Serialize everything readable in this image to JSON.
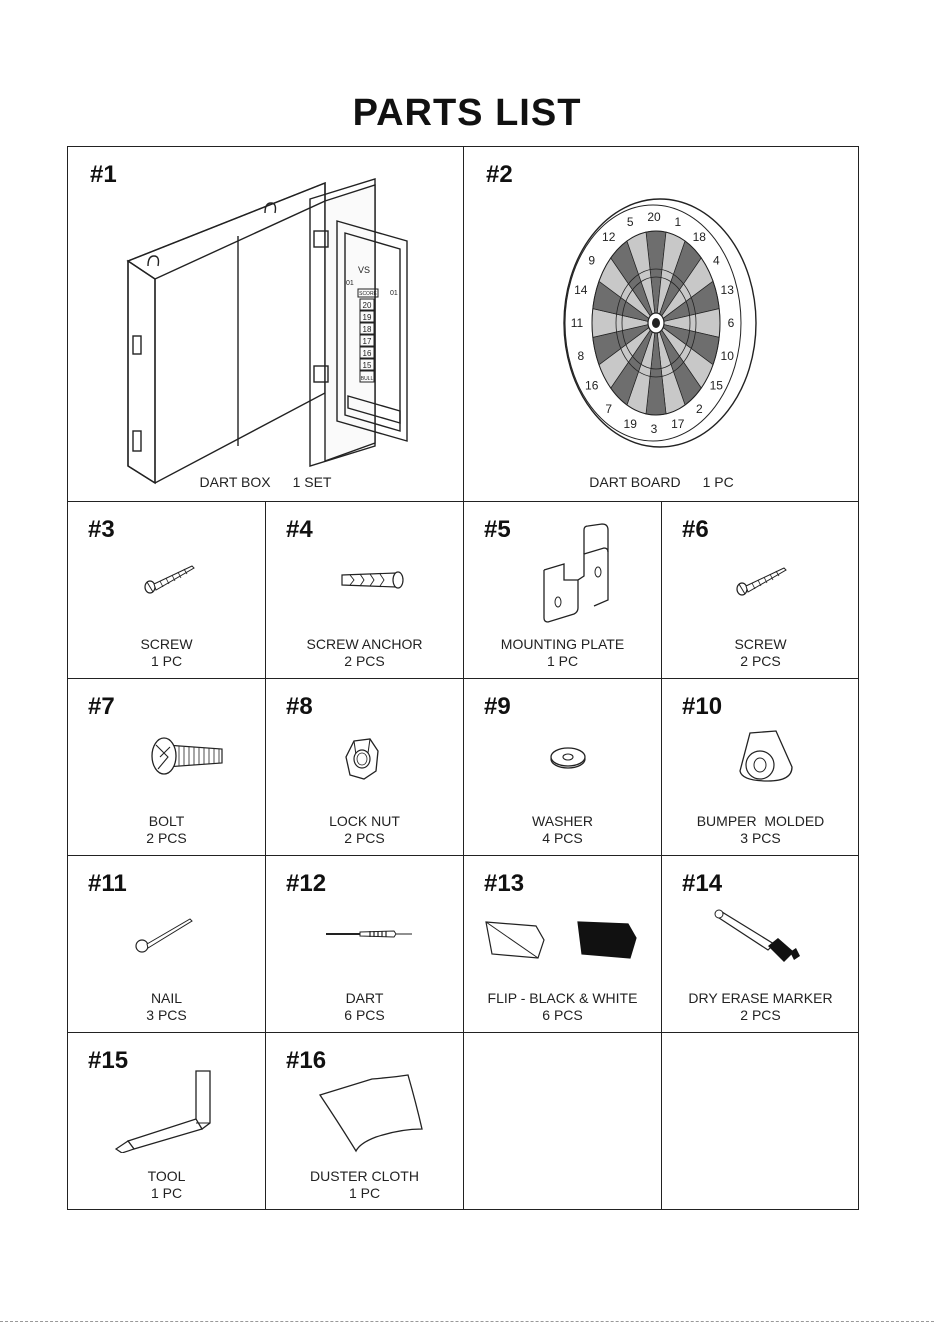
{
  "title": "PARTS LIST",
  "parts": [
    {
      "num": "#1",
      "name": "DART BOX",
      "qty": "1 SET"
    },
    {
      "num": "#2",
      "name": "DART BOARD",
      "qty": "1 PC"
    },
    {
      "num": "#3",
      "name": "SCREW",
      "qty": "1 PC"
    },
    {
      "num": "#4",
      "name": "SCREW ANCHOR",
      "qty": "2 PCS"
    },
    {
      "num": "#5",
      "name": "MOUNTING PLATE",
      "qty": "1 PC"
    },
    {
      "num": "#6",
      "name": "SCREW",
      "qty": "2 PCS"
    },
    {
      "num": "#7",
      "name": "BOLT",
      "qty": "2 PCS"
    },
    {
      "num": "#8",
      "name": "LOCK NUT",
      "qty": "2 PCS"
    },
    {
      "num": "#9",
      "name": "WASHER",
      "qty": "4 PCS"
    },
    {
      "num": "#10",
      "name": "BUMPER  MOLDED",
      "qty": "3 PCS"
    },
    {
      "num": "#11",
      "name": "NAIL",
      "qty": "3 PCS"
    },
    {
      "num": "#12",
      "name": "DART",
      "qty": "6 PCS"
    },
    {
      "num": "#13",
      "name": "FLIP - BLACK & WHITE",
      "qty": "6 PCS"
    },
    {
      "num": "#14",
      "name": "DRY ERASE MARKER",
      "qty": "2 PCS"
    },
    {
      "num": "#15",
      "name": "TOOL",
      "qty": "1 PC"
    },
    {
      "num": "#16",
      "name": "DUSTER CLOTH",
      "qty": "1 PC"
    }
  ],
  "scoreboard": {
    "vs": "VS",
    "score": "SCORE",
    "left": "01",
    "right": "01",
    "numbers": [
      "20",
      "19",
      "18",
      "17",
      "16",
      "15",
      "BULL"
    ]
  },
  "dartboard_numbers": [
    "20",
    "1",
    "18",
    "4",
    "13",
    "6",
    "10",
    "15",
    "2",
    "17",
    "3",
    "19",
    "7",
    "16",
    "8",
    "11",
    "14",
    "9",
    "12",
    "5"
  ]
}
